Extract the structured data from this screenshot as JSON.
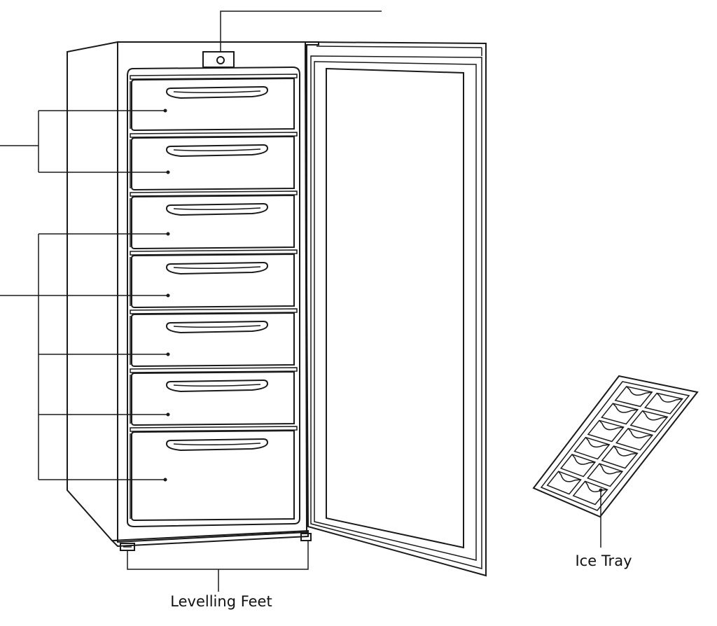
{
  "labels": {
    "levelling_feet": "Levelling Feet",
    "ice_tray": "Ice Tray"
  },
  "drawers": [
    {
      "id": 1
    },
    {
      "id": 2
    },
    {
      "id": 3
    },
    {
      "id": 4
    },
    {
      "id": 5
    },
    {
      "id": 6
    },
    {
      "id": 7
    }
  ],
  "ice_tray": {
    "cube_columns": 2,
    "cube_rows": 6
  },
  "colors": {
    "line": "#1a1a1a",
    "drawer_shade": "#d6d6d6",
    "background": "#ffffff"
  }
}
